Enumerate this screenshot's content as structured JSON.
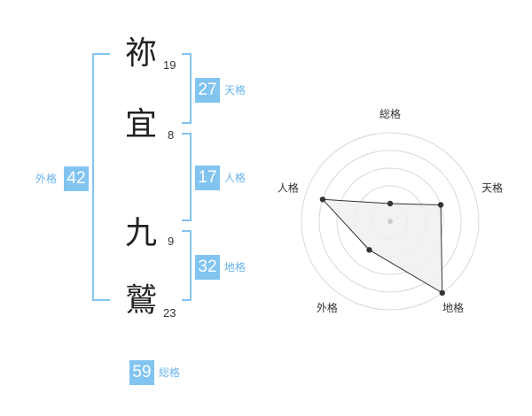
{
  "name": {
    "chars": [
      {
        "kanji": "祢",
        "strokes": "19"
      },
      {
        "kanji": "宜",
        "strokes": "8"
      },
      {
        "kanji": "九",
        "strokes": "9"
      },
      {
        "kanji": "鷲",
        "strokes": "23"
      }
    ]
  },
  "fortunes": {
    "tenkaku": {
      "value": "27",
      "label": "天格"
    },
    "jinkaku": {
      "value": "17",
      "label": "人格"
    },
    "chikaku": {
      "value": "32",
      "label": "地格"
    },
    "gaikaku": {
      "value": "42",
      "label": "外格"
    },
    "soukaku": {
      "value": "59",
      "label": "総格"
    }
  },
  "chart_data": {
    "type": "radar",
    "axes": [
      "総格",
      "天格",
      "地格",
      "外格",
      "人格"
    ],
    "values": [
      1,
      3,
      5,
      2,
      4
    ],
    "max": 5,
    "rings": 5,
    "colors": {
      "fill": "#f0f0f0",
      "ring": "#d8d8d8",
      "line": "#333333",
      "point": "#333333"
    }
  }
}
